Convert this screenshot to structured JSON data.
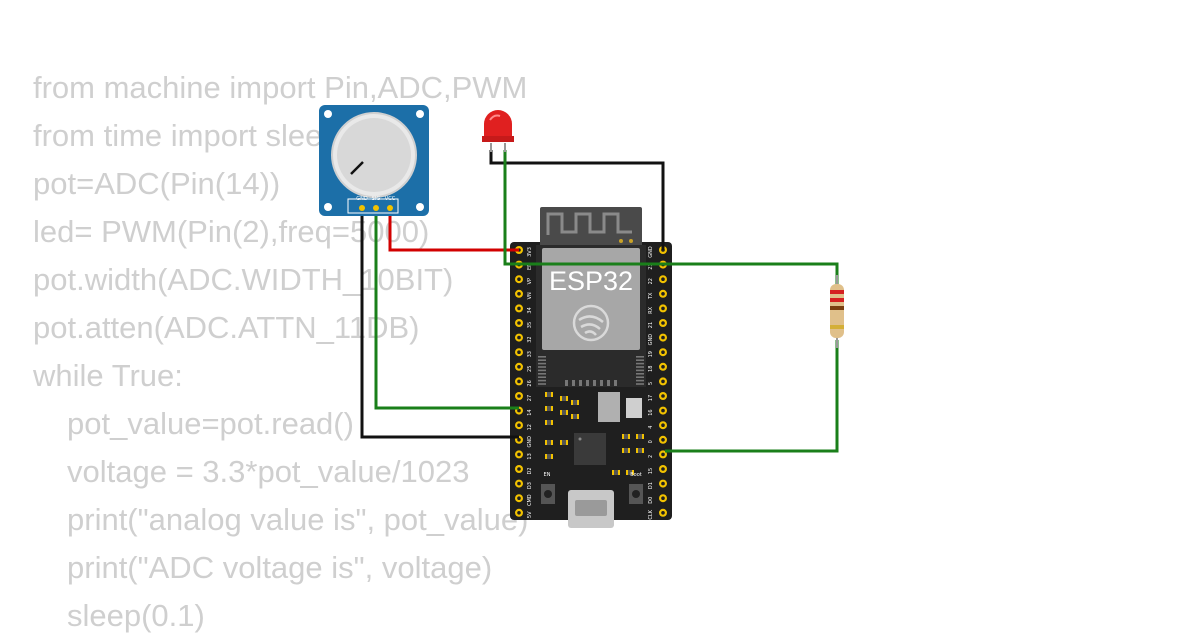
{
  "code": {
    "lines": [
      {
        "text": "from machine import Pin,ADC,PWM",
        "indent": false
      },
      {
        "text": "from time import sleep",
        "indent": false
      },
      {
        "text": "pot=ADC(Pin(14))",
        "indent": false
      },
      {
        "text": "led= PWM(Pin(2),freq=5000)",
        "indent": false
      },
      {
        "text": "pot.width(ADC.WIDTH_10BIT)",
        "indent": false
      },
      {
        "text": "pot.atten(ADC.ATTN_11DB)",
        "indent": false
      },
      {
        "text": "while True:",
        "indent": false
      },
      {
        "text": "pot_value=pot.read()",
        "indent": true
      },
      {
        "text": "voltage = 3.3*pot_value/1023",
        "indent": true
      },
      {
        "text": "print(\"analog value is\", pot_value)",
        "indent": true
      },
      {
        "text": "print(\"ADC voltage is\", voltage)",
        "indent": true
      },
      {
        "text": "sleep(0.1)",
        "indent": true
      }
    ]
  },
  "board": {
    "chip_label": "ESP32",
    "en_label": "EN",
    "boot_label": "Boot",
    "left_pins": [
      "3V3",
      "EN",
      "VP",
      "VN",
      "34",
      "35",
      "32",
      "33",
      "25",
      "26",
      "27",
      "14",
      "12",
      "GND",
      "13",
      "D2",
      "D3",
      "CMD",
      "5V"
    ],
    "right_pins": [
      "GND",
      "23",
      "22",
      "TX",
      "RX",
      "21",
      "GND",
      "19",
      "18",
      "5",
      "17",
      "16",
      "4",
      "0",
      "2",
      "15",
      "D1",
      "D0",
      "CLK"
    ]
  },
  "potentiometer": {
    "pins": [
      "GND",
      "SIG",
      "VCC"
    ]
  },
  "colors": {
    "code_text": "#cfcfcf",
    "wire_red": "#d20000",
    "wire_green": "#1a7f1a",
    "wire_black": "#111111",
    "board": "#1f1f1f",
    "pot_body": "#1c6fa8",
    "led": "#e02020"
  }
}
